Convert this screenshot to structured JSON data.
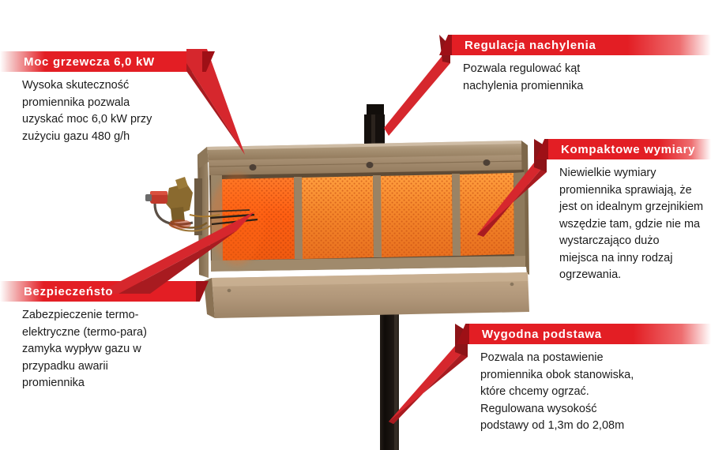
{
  "page": {
    "language": "pl",
    "background_color": "#ffffff",
    "accent_color": "#e31e24",
    "accent_dark_color": "#9e1016",
    "text_color": "#1b1b1b",
    "product": "Promiennik gazowy"
  },
  "product_image": {
    "name": "gas-radiant-heater-on-stand",
    "frame_color": "#9b8168",
    "frame_light_color": "#b8a489",
    "reflector_color": "#b59a7c",
    "ceramic_glow_color": "#f4862a",
    "ceramic_glow_highlight": "#ff9d3c",
    "pole_color": "#1a1411",
    "valve_knob_color": "#c0392b",
    "valve_body_color": "#8a6a2f",
    "panel_count": 4
  },
  "callouts": [
    {
      "id": "moc-grzewcza",
      "side": "left",
      "title": "Moc grzewcza 6,0 kW",
      "body": "Wysoka skuteczność\npromiennika pozwala\nuzyskać moc 6,0 kW przy\nzużyciu gazu 480 g/h"
    },
    {
      "id": "bezpieczenstwo",
      "side": "left",
      "title": "Bezpieczeństo",
      "body": "Zabezpieczenie termo-\nelektryczne (termo-para)\nzamyka wypływ gazu w\nprzypadku awarii\npromiennika"
    },
    {
      "id": "regulacja-nachylenia",
      "side": "right",
      "title": "Regulacja nachylenia",
      "body": "Pozwala regulować kąt\nnachylenia promiennika"
    },
    {
      "id": "kompaktowe-wymiary",
      "side": "right",
      "title": "Kompaktowe wymiary",
      "body": "Niewielkie wymiary\npromiennika sprawiają, że\njest on idealnym grzejnikiem\nwszędzie tam, gdzie nie ma\nwystarczająco dużo\nmiejsca na inny rodzaj\nogrzewania."
    },
    {
      "id": "wygodna-podstawa",
      "side": "right",
      "title": "Wygodna podstawa",
      "body": "Pozwala na postawienie\npromiennika obok stanowiska,\nktóre chcemy ogrzać.\nRegulowana wysokość\npodstawy od 1,3m do 2,08m"
    }
  ]
}
